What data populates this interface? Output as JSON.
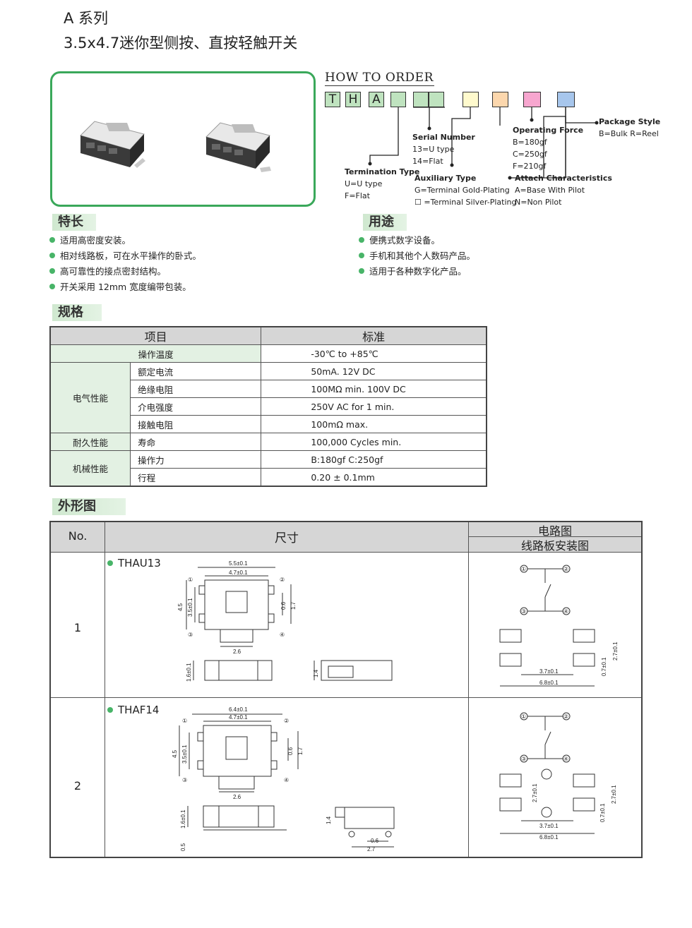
{
  "header": {
    "series": "A 系列",
    "title": "3.5x4.7迷你型侧按、直按轻触开关"
  },
  "how_to_order": {
    "title": "HOW TO ORDER",
    "boxes": [
      "T",
      "H",
      "A",
      "",
      "",
      "",
      "",
      "",
      "",
      ""
    ],
    "box_colors": [
      "#bfe3bf",
      "#bfe3bf",
      "#bfe3bf",
      "#bfe3bf",
      "#bfe3bf",
      "#bfe3bf",
      "#fffacd",
      "#fcd7ad",
      "#f7a6cf",
      "#a7c6ec"
    ],
    "termination": {
      "title": "Termination Type",
      "lines": [
        "U=U type",
        "F=Flat"
      ]
    },
    "serial": {
      "title": "Serial Number",
      "lines": [
        "13=U type",
        "14=Flat"
      ]
    },
    "auxiliary": {
      "title": "Auxiliary Type",
      "lines": [
        "G=Terminal Gold-Plating",
        "☐ =Terminal Silver-Plating"
      ]
    },
    "force": {
      "title": "Operating Force",
      "lines": [
        "B=180gf",
        "C=250gf",
        "F=210gf"
      ]
    },
    "attach": {
      "title": "Attach Characteristics",
      "lines": [
        "A=Base With Pilot",
        "N=Non Pilot"
      ]
    },
    "package": {
      "title": "Package Style",
      "lines": [
        "B=Bulk R=Reel"
      ]
    }
  },
  "features": {
    "title": "特长",
    "items": [
      "适用高密度安装。",
      "相对线路板，可在水平操作的卧式。",
      "高可靠性的接点密封结构。",
      "开关采用 12mm 宽度编带包装。"
    ]
  },
  "uses": {
    "title": "用途",
    "items": [
      "便携式数字设备。",
      "手机和其他个人数码产品。",
      "适用于各种数字化产品。"
    ]
  },
  "spec": {
    "title": "规格",
    "headers": [
      "项目",
      "标准"
    ],
    "rows": {
      "temp_label": "操作温度",
      "temp_value": "-30℃ to +85℃",
      "elec_group": "电气性能",
      "rated_label": "额定电流",
      "rated_value": "50mA. 12V DC",
      "insul_label": "绝缘电阻",
      "insul_value": "100MΩ min. 100V DC",
      "diel_label": "介电强度",
      "diel_value": "250V AC for 1 min.",
      "contact_label": "接触电阻",
      "contact_value": "100mΩ max.",
      "dur_group": "耐久性能",
      "life_label": "寿命",
      "life_value": "100,000 Cycles min.",
      "mech_group": "机械性能",
      "force_label": "操作力",
      "force_value": "B:180gf   C:250gf",
      "travel_label": "行程",
      "travel_value": "0.20 ± 0.1mm"
    }
  },
  "outline": {
    "title": "外形图",
    "col_no": "No.",
    "col_size": "尺寸",
    "col_circuit": "电路图",
    "col_pcb": "线路板安装图",
    "rows": [
      {
        "no": "1",
        "model": "THAU13",
        "dims": [
          "5.5±0.1",
          "4.7±0.1",
          "4.5",
          "3.5±0.1",
          "0.6",
          "1.7",
          "2.6",
          "1.6±0.1",
          "1.4"
        ],
        "pcb": [
          "2.7±0.1",
          "0.7±0.1",
          "3.7±0.1",
          "6.8±0.1"
        ]
      },
      {
        "no": "2",
        "model": "THAF14",
        "dims": [
          "6.4±0.1",
          "4.7±0.1",
          "4.5",
          "3.5±0.1",
          "0.6",
          "1.7",
          "2.6",
          "1.6±0.1",
          "0.5",
          "1.4",
          "0.6",
          "2.7"
        ],
        "pcb": [
          "2.7±0.1",
          "2.7±0.1",
          "0.7±0.1",
          "3.7±0.1",
          "6.8±0.1"
        ]
      }
    ],
    "pins": [
      "①",
      "②",
      "③",
      "④"
    ]
  }
}
